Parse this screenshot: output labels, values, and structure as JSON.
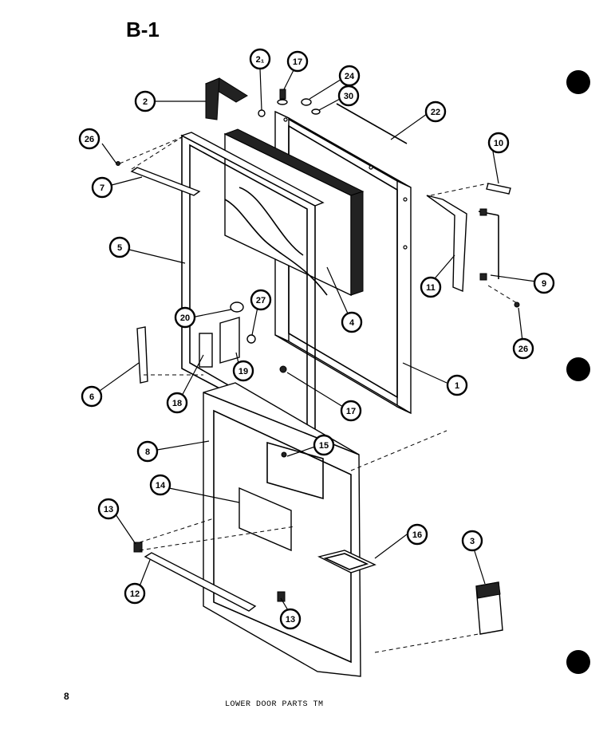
{
  "header": {
    "section_code": "B-1"
  },
  "footer": {
    "page_number": "8",
    "caption": "LOWER DOOR PARTS  TM"
  },
  "callouts": [
    {
      "label": "1"
    },
    {
      "label": "2"
    },
    {
      "label": "2₁"
    },
    {
      "label": "3"
    },
    {
      "label": "4"
    },
    {
      "label": "5"
    },
    {
      "label": "6"
    },
    {
      "label": "7"
    },
    {
      "label": "8"
    },
    {
      "label": "9"
    },
    {
      "label": "10"
    },
    {
      "label": "11"
    },
    {
      "label": "12"
    },
    {
      "label": "13"
    },
    {
      "label": "13"
    },
    {
      "label": "14"
    },
    {
      "label": "15"
    },
    {
      "label": "16"
    },
    {
      "label": "17"
    },
    {
      "label": "17"
    },
    {
      "label": "18"
    },
    {
      "label": "19"
    },
    {
      "label": "20"
    },
    {
      "label": "22"
    },
    {
      "label": "24"
    },
    {
      "label": "26"
    },
    {
      "label": "26"
    },
    {
      "label": "27"
    },
    {
      "label": "30"
    }
  ]
}
